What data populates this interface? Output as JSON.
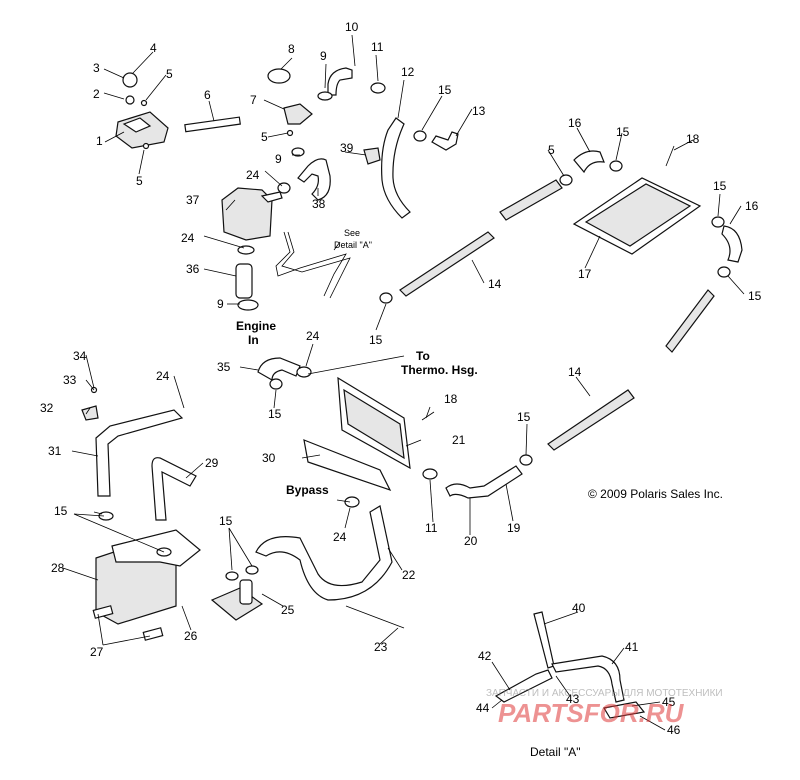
{
  "callouts": [
    "1",
    "2",
    "3",
    "4",
    "5",
    "5",
    "5",
    "5",
    "6",
    "7",
    "8",
    "9",
    "9",
    "9",
    "10",
    "11",
    "11",
    "12",
    "13",
    "14",
    "14",
    "15",
    "15",
    "15",
    "15",
    "15",
    "15",
    "15",
    "15",
    "15",
    "16",
    "16",
    "17",
    "18",
    "18",
    "19",
    "20",
    "21",
    "22",
    "23",
    "24",
    "24",
    "24",
    "24",
    "24",
    "25",
    "26",
    "27",
    "28",
    "29",
    "30",
    "31",
    "32",
    "33",
    "34",
    "35",
    "36",
    "37",
    "38",
    "39",
    "40",
    "41",
    "42",
    "43",
    "44",
    "45",
    "46"
  ],
  "notes": {
    "see_detail": [
      "See",
      "Detail \"A\""
    ],
    "engine_in": [
      "Engine",
      "In"
    ],
    "to_thermo": [
      "To",
      "Thermo. Hsg."
    ],
    "bypass": "Bypass",
    "detail_caption": "Detail \"A\""
  },
  "copyright": "© 2009 Polaris Sales Inc.",
  "watermark": {
    "caption": "ЗАПЧАСТИ И АКСЕССУАРЫ ДЛЯ МОТОТЕХНИКИ",
    "logo": "PARTSFOR.RU",
    "logo_color": "#e03a3a"
  }
}
